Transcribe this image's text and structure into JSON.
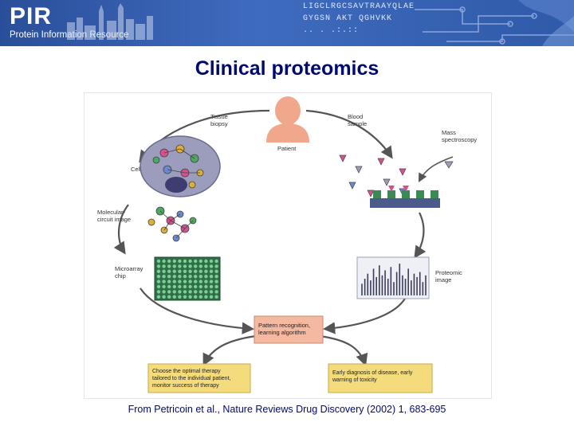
{
  "banner": {
    "logo": "PIR",
    "subtitle": "Protein Information Resource",
    "seq_lines": [
      "LIGCLRGCSAVTRAAYQLAE",
      "GYGSN   AKT QGHVKK",
      "  ..     . .:.::"
    ]
  },
  "title": "Clinical proteomics",
  "diagram": {
    "labels": {
      "tissue_biopsy": [
        "Tissue",
        "biopsy"
      ],
      "blood_sample": [
        "Blood",
        "sample"
      ],
      "patient": "Patient",
      "cell": "Cell",
      "mass_spec": [
        "Mass",
        "spectroscopy"
      ],
      "molecular_circuit": [
        "Molecular-",
        "circuit image"
      ],
      "microarray_chip": [
        "Microarray",
        "chip"
      ],
      "proteomic_image": [
        "Proteomic",
        "image"
      ],
      "pattern_recognition": [
        "Pattern recognition,",
        "learning algorithm"
      ],
      "therapy_box": [
        "Choose the optimal therapy",
        "tailored to the individual patient,",
        "monitor success of therapy"
      ],
      "diagnosis_box": [
        "Early diagnosis of disease, early",
        "warning of toxicity"
      ]
    },
    "proteomic_peaks": [
      0.35,
      0.5,
      0.65,
      0.45,
      0.8,
      0.55,
      0.9,
      0.6,
      0.75,
      0.5,
      0.85,
      0.4,
      0.7,
      0.95,
      0.6,
      0.5,
      0.8,
      0.45,
      0.65,
      0.55,
      0.7,
      0.4,
      0.6
    ],
    "colors": {
      "cycle_arrow": "#555555",
      "patient": "#f0a78c",
      "cell": "#9c9cbc",
      "box_fill": "#f4dc7c",
      "pattern_box": "#f4b9a0",
      "chip_dot": "#3a8a55",
      "mass_plate": "#4a5a8a"
    }
  },
  "caption": "From Petricoin et al., Nature Reviews Drug Discovery (2002) 1, 683-695"
}
